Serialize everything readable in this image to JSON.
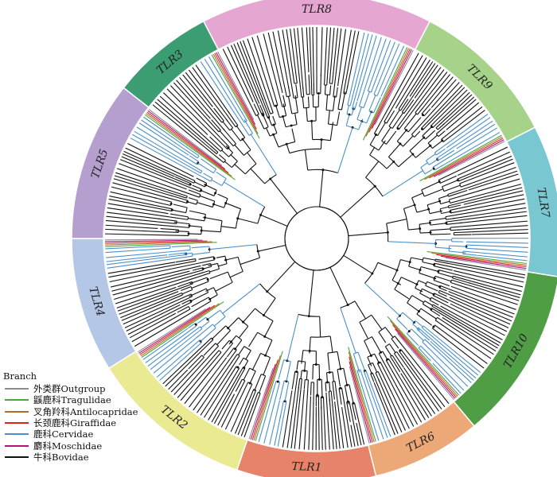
{
  "segments": [
    {
      "name": "TLR8",
      "color": "#e5a6d2"
    },
    {
      "name": "TLR9",
      "color": "#a6d28a"
    },
    {
      "name": "TLR7",
      "color": "#79c8d1"
    },
    {
      "name": "TLR10",
      "color": "#4f9e45"
    },
    {
      "name": "TLR6",
      "color": "#eda878"
    },
    {
      "name": "TLR1",
      "color": "#e7836a"
    },
    {
      "name": "TLR2",
      "color": "#eaea93"
    },
    {
      "name": "TLR4",
      "color": "#b4c7e6"
    },
    {
      "name": "TLR5",
      "color": "#b49fcf"
    },
    {
      "name": "TLR3",
      "color": "#3c9d73"
    }
  ],
  "legend": {
    "title": "Branch",
    "items": [
      {
        "label": "外类群Outgroup",
        "color": "#8c8c8c"
      },
      {
        "label": "鼷鹿科Tragulidae",
        "color": "#4aa83a"
      },
      {
        "label": "叉角羚科Antilocapridae",
        "color": "#b36b2a"
      },
      {
        "label": "长颈鹿科Giraffidae",
        "color": "#e0241d"
      },
      {
        "label": "鹿科Cervidae",
        "color": "#4b8fc9"
      },
      {
        "label": "麝科Moschidae",
        "color": "#b0147a"
      },
      {
        "label": "牛科Bovidae",
        "color": "#111111"
      }
    ]
  }
}
